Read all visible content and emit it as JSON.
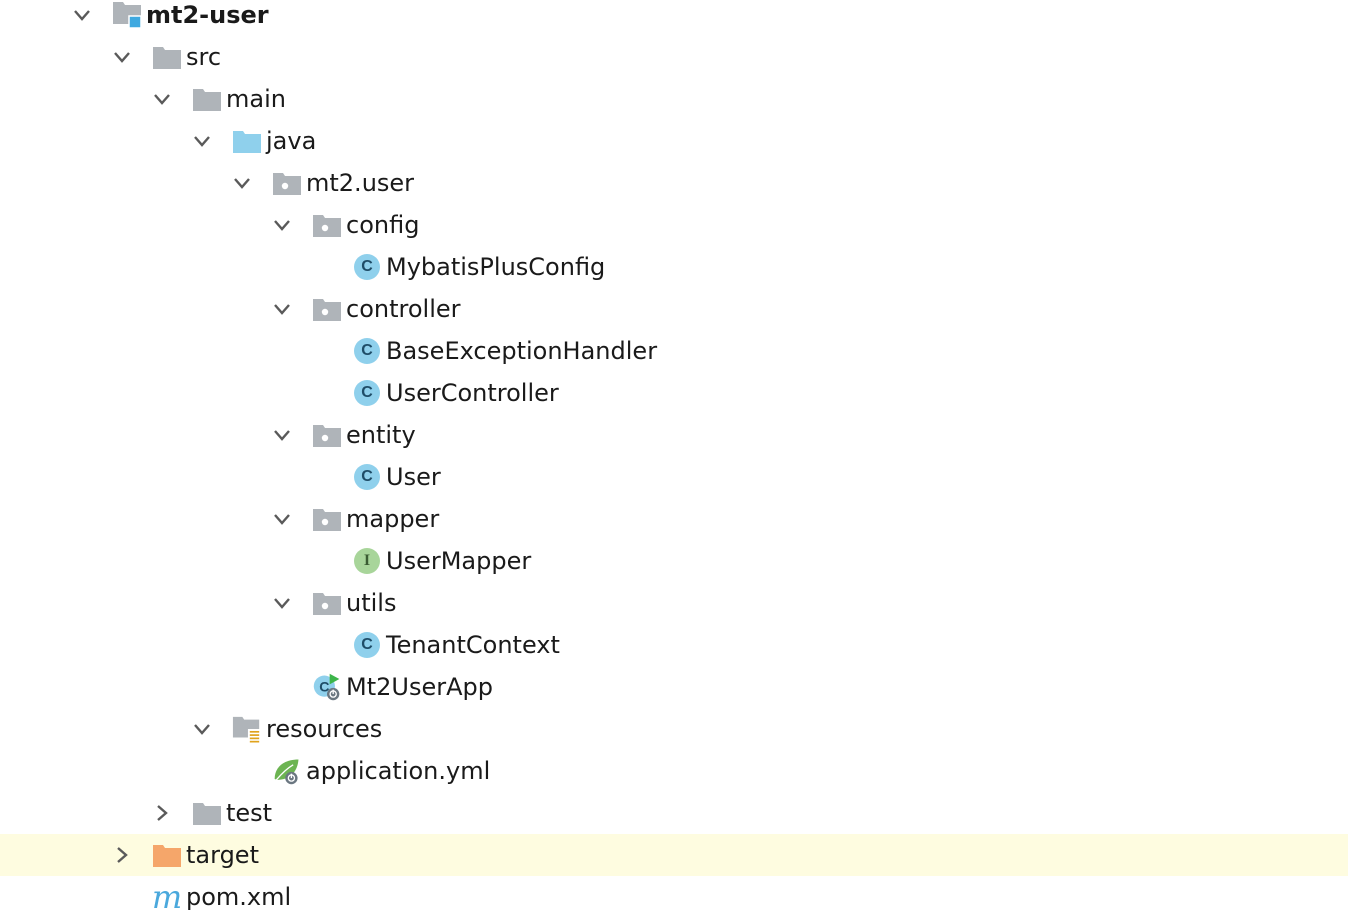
{
  "tree": {
    "nodes": [
      {
        "label": "mt2-user",
        "depth": 0,
        "expanded": true,
        "icon": "module-folder-icon",
        "bold": true
      },
      {
        "label": "src",
        "depth": 1,
        "expanded": true,
        "icon": "folder-icon"
      },
      {
        "label": "main",
        "depth": 2,
        "expanded": true,
        "icon": "folder-icon"
      },
      {
        "label": "java",
        "depth": 3,
        "expanded": true,
        "icon": "source-root-folder-icon"
      },
      {
        "label": "mt2.user",
        "depth": 4,
        "expanded": true,
        "icon": "package-icon"
      },
      {
        "label": "config",
        "depth": 5,
        "expanded": true,
        "icon": "package-icon"
      },
      {
        "label": "MybatisPlusConfig",
        "depth": 6,
        "icon": "class-icon"
      },
      {
        "label": "controller",
        "depth": 5,
        "expanded": true,
        "icon": "package-icon"
      },
      {
        "label": "BaseExceptionHandler",
        "depth": 6,
        "icon": "class-icon"
      },
      {
        "label": "UserController",
        "depth": 6,
        "icon": "class-icon"
      },
      {
        "label": "entity",
        "depth": 5,
        "expanded": true,
        "icon": "package-icon"
      },
      {
        "label": "User",
        "depth": 6,
        "icon": "class-icon"
      },
      {
        "label": "mapper",
        "depth": 5,
        "expanded": true,
        "icon": "package-icon"
      },
      {
        "label": "UserMapper",
        "depth": 6,
        "icon": "interface-icon"
      },
      {
        "label": "utils",
        "depth": 5,
        "expanded": true,
        "icon": "package-icon"
      },
      {
        "label": "TenantContext",
        "depth": 6,
        "icon": "class-icon"
      },
      {
        "label": "Mt2UserApp",
        "depth": 5,
        "icon": "spring-boot-app-icon"
      },
      {
        "label": "resources",
        "depth": 3,
        "expanded": true,
        "icon": "resources-folder-icon"
      },
      {
        "label": "application.yml",
        "depth": 4,
        "icon": "spring-yaml-icon"
      },
      {
        "label": "test",
        "depth": 2,
        "expanded": false,
        "icon": "folder-icon"
      },
      {
        "label": "target",
        "depth": 1,
        "expanded": false,
        "icon": "excluded-folder-icon",
        "highlighted": true
      },
      {
        "label": "pom.xml",
        "depth": 1,
        "icon": "maven-icon"
      }
    ]
  },
  "badges": {
    "class_letter": "C",
    "interface_letter": "I",
    "maven_letter": "m"
  },
  "colors": {
    "folder": "#afb4b9",
    "source_root": "#8fd0ec",
    "excluded": "#f5a66a",
    "class_badge": "#8fd0ec",
    "interface_badge": "#a8d59a",
    "spring_green": "#6cb452",
    "highlight_row": "#fefce0"
  }
}
